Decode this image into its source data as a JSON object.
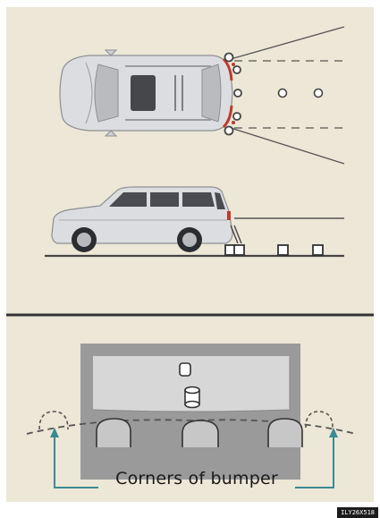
{
  "figure": {
    "caption": "Corners of bumper",
    "code": "ILY26X518"
  },
  "colors": {
    "background": "#ece7d6",
    "car_body": "#dcdde0",
    "sensor_ring": "#555555",
    "red_accent": "#c0392b",
    "camera_frame": "#9a9a9a",
    "camera_screen": "#d7d7d7",
    "arrow": "#3a8a94"
  },
  "icons": [
    "top-view-vehicle",
    "side-view-vehicle",
    "sensor-marker",
    "cone-marker",
    "corner-arrow"
  ]
}
